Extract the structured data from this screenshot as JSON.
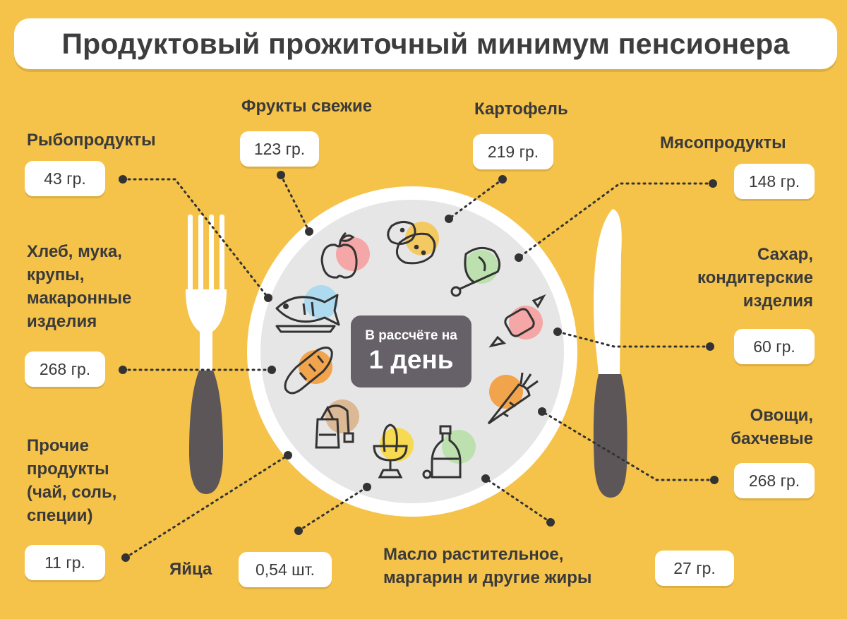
{
  "title": "Продуктовый прожиточный минимум пенсионера",
  "center": {
    "line1": "В рассчёте на",
    "line2": "1 день"
  },
  "items": {
    "fish": {
      "label": "Рыбопродукты",
      "value": "43 гр."
    },
    "fruits": {
      "label": "Фрукты свежие",
      "value": "123 гр."
    },
    "potato": {
      "label": "Картофель",
      "value": "219 гр."
    },
    "meat": {
      "label": "Мясопродукты",
      "value": "148 гр."
    },
    "bread": {
      "label_lines": [
        "Хлеб, мука,",
        "крупы,",
        "макаронные",
        "изделия"
      ],
      "value": "268 гр."
    },
    "sugar": {
      "label_lines": [
        "Сахар,",
        "кондитерские",
        "изделия"
      ],
      "value": "60 гр."
    },
    "vegetables": {
      "label_lines": [
        "Овощи,",
        "бахчевые"
      ],
      "value": "268 гр."
    },
    "other": {
      "label_lines": [
        "Прочие",
        "продукты",
        "(чай, соль,",
        "специи)"
      ],
      "value": "11 гр."
    },
    "eggs": {
      "label": "Яйца",
      "value": "0,54 шт."
    },
    "oil": {
      "label_lines": [
        "Масло растительное,",
        "маргарин и другие жиры"
      ],
      "value": "27 гр."
    }
  },
  "icons": [
    "fish-icon",
    "apple-icon",
    "potato-icon",
    "ham-icon",
    "candy-icon",
    "carrot-icon",
    "oil-bottle-icon",
    "egg-icon",
    "tea-bag-icon",
    "bread-icon",
    "fork-icon",
    "knife-icon",
    "plate-icon"
  ],
  "colors": {
    "background": "#f6c34a",
    "plate": "#e6e6e6",
    "badge": "#666069",
    "dots": "#333333"
  }
}
